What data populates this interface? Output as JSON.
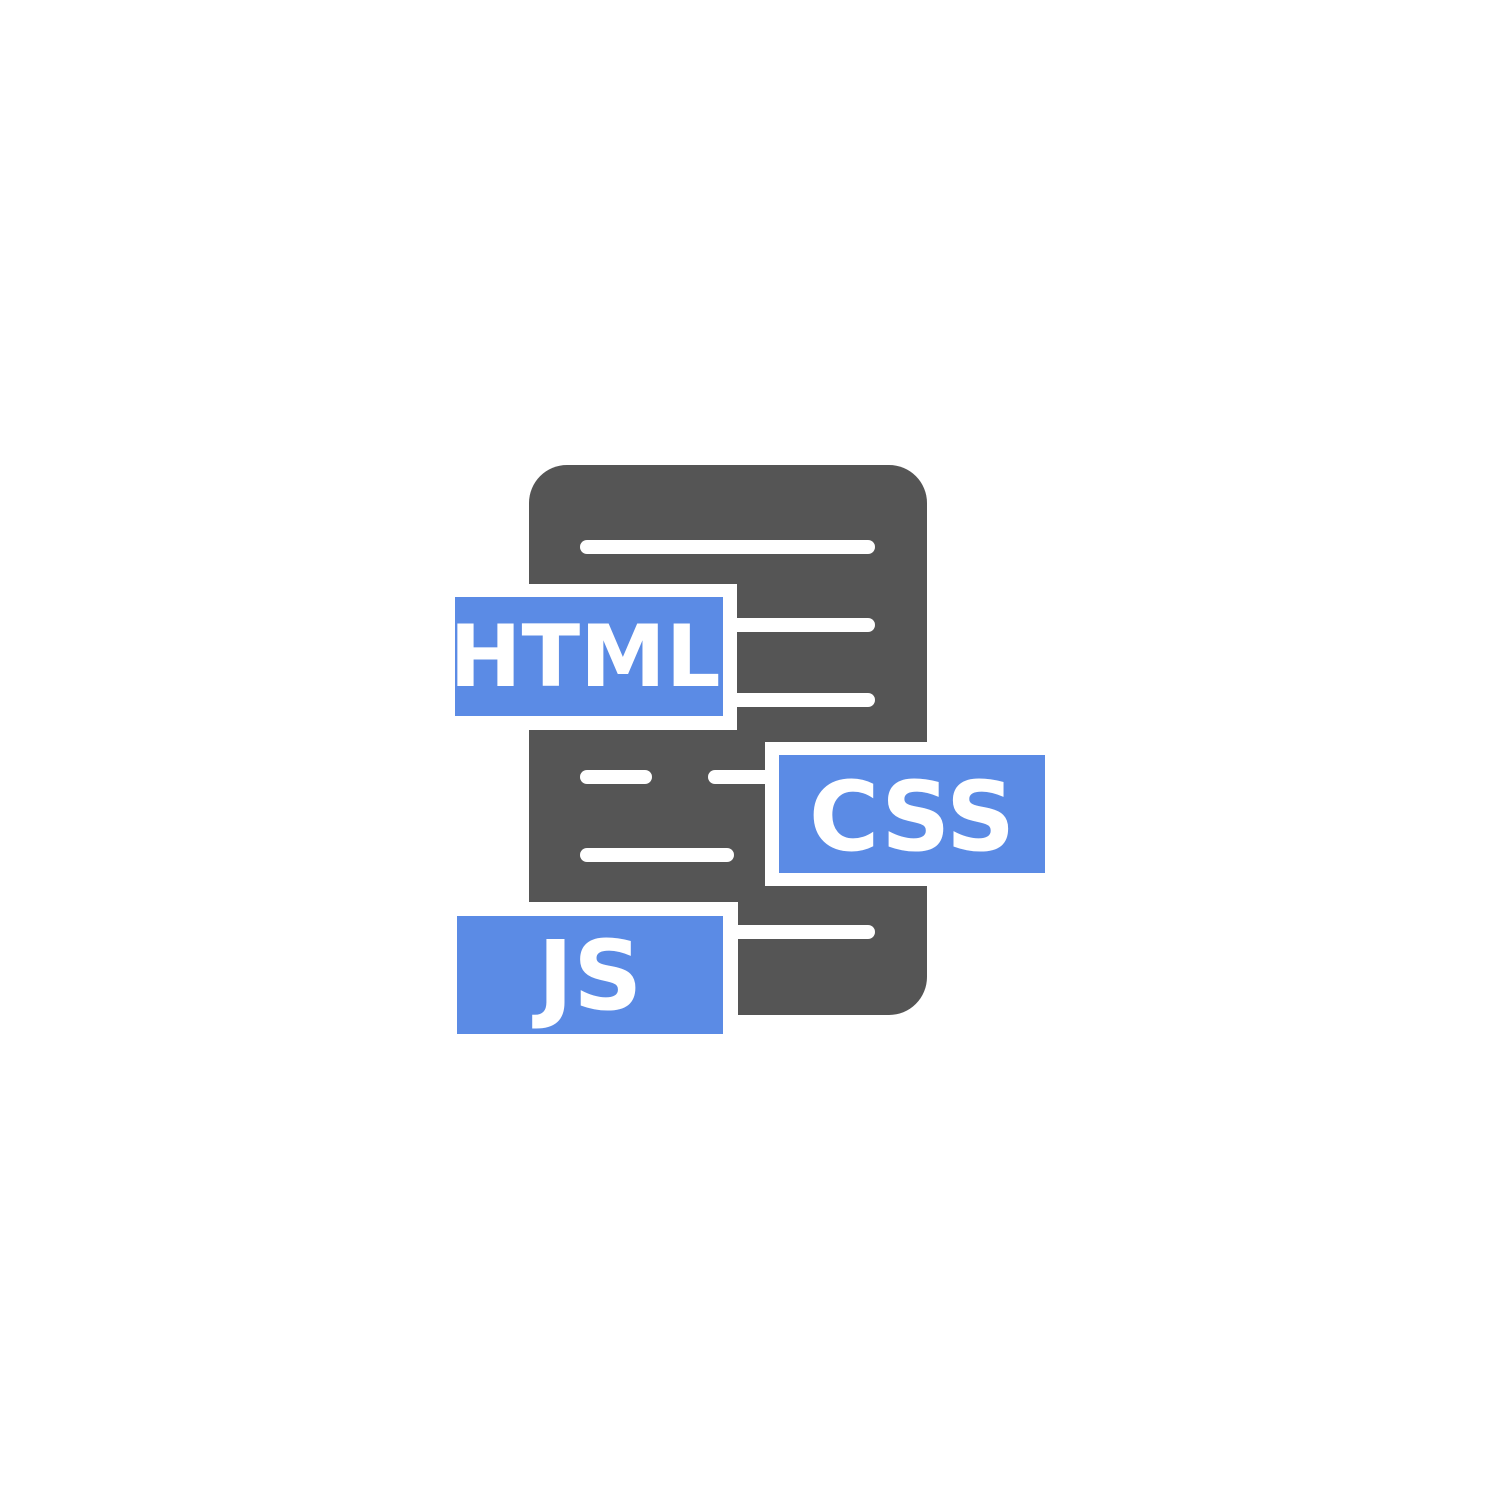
{
  "icon": {
    "name": "code-document-icon",
    "colors": {
      "document": "#555555",
      "badge": "#5b8be5",
      "lines": "#ffffff",
      "background": "#ffffff"
    }
  },
  "badges": {
    "html": "HTML",
    "css": "CSS",
    "js": "JS"
  }
}
